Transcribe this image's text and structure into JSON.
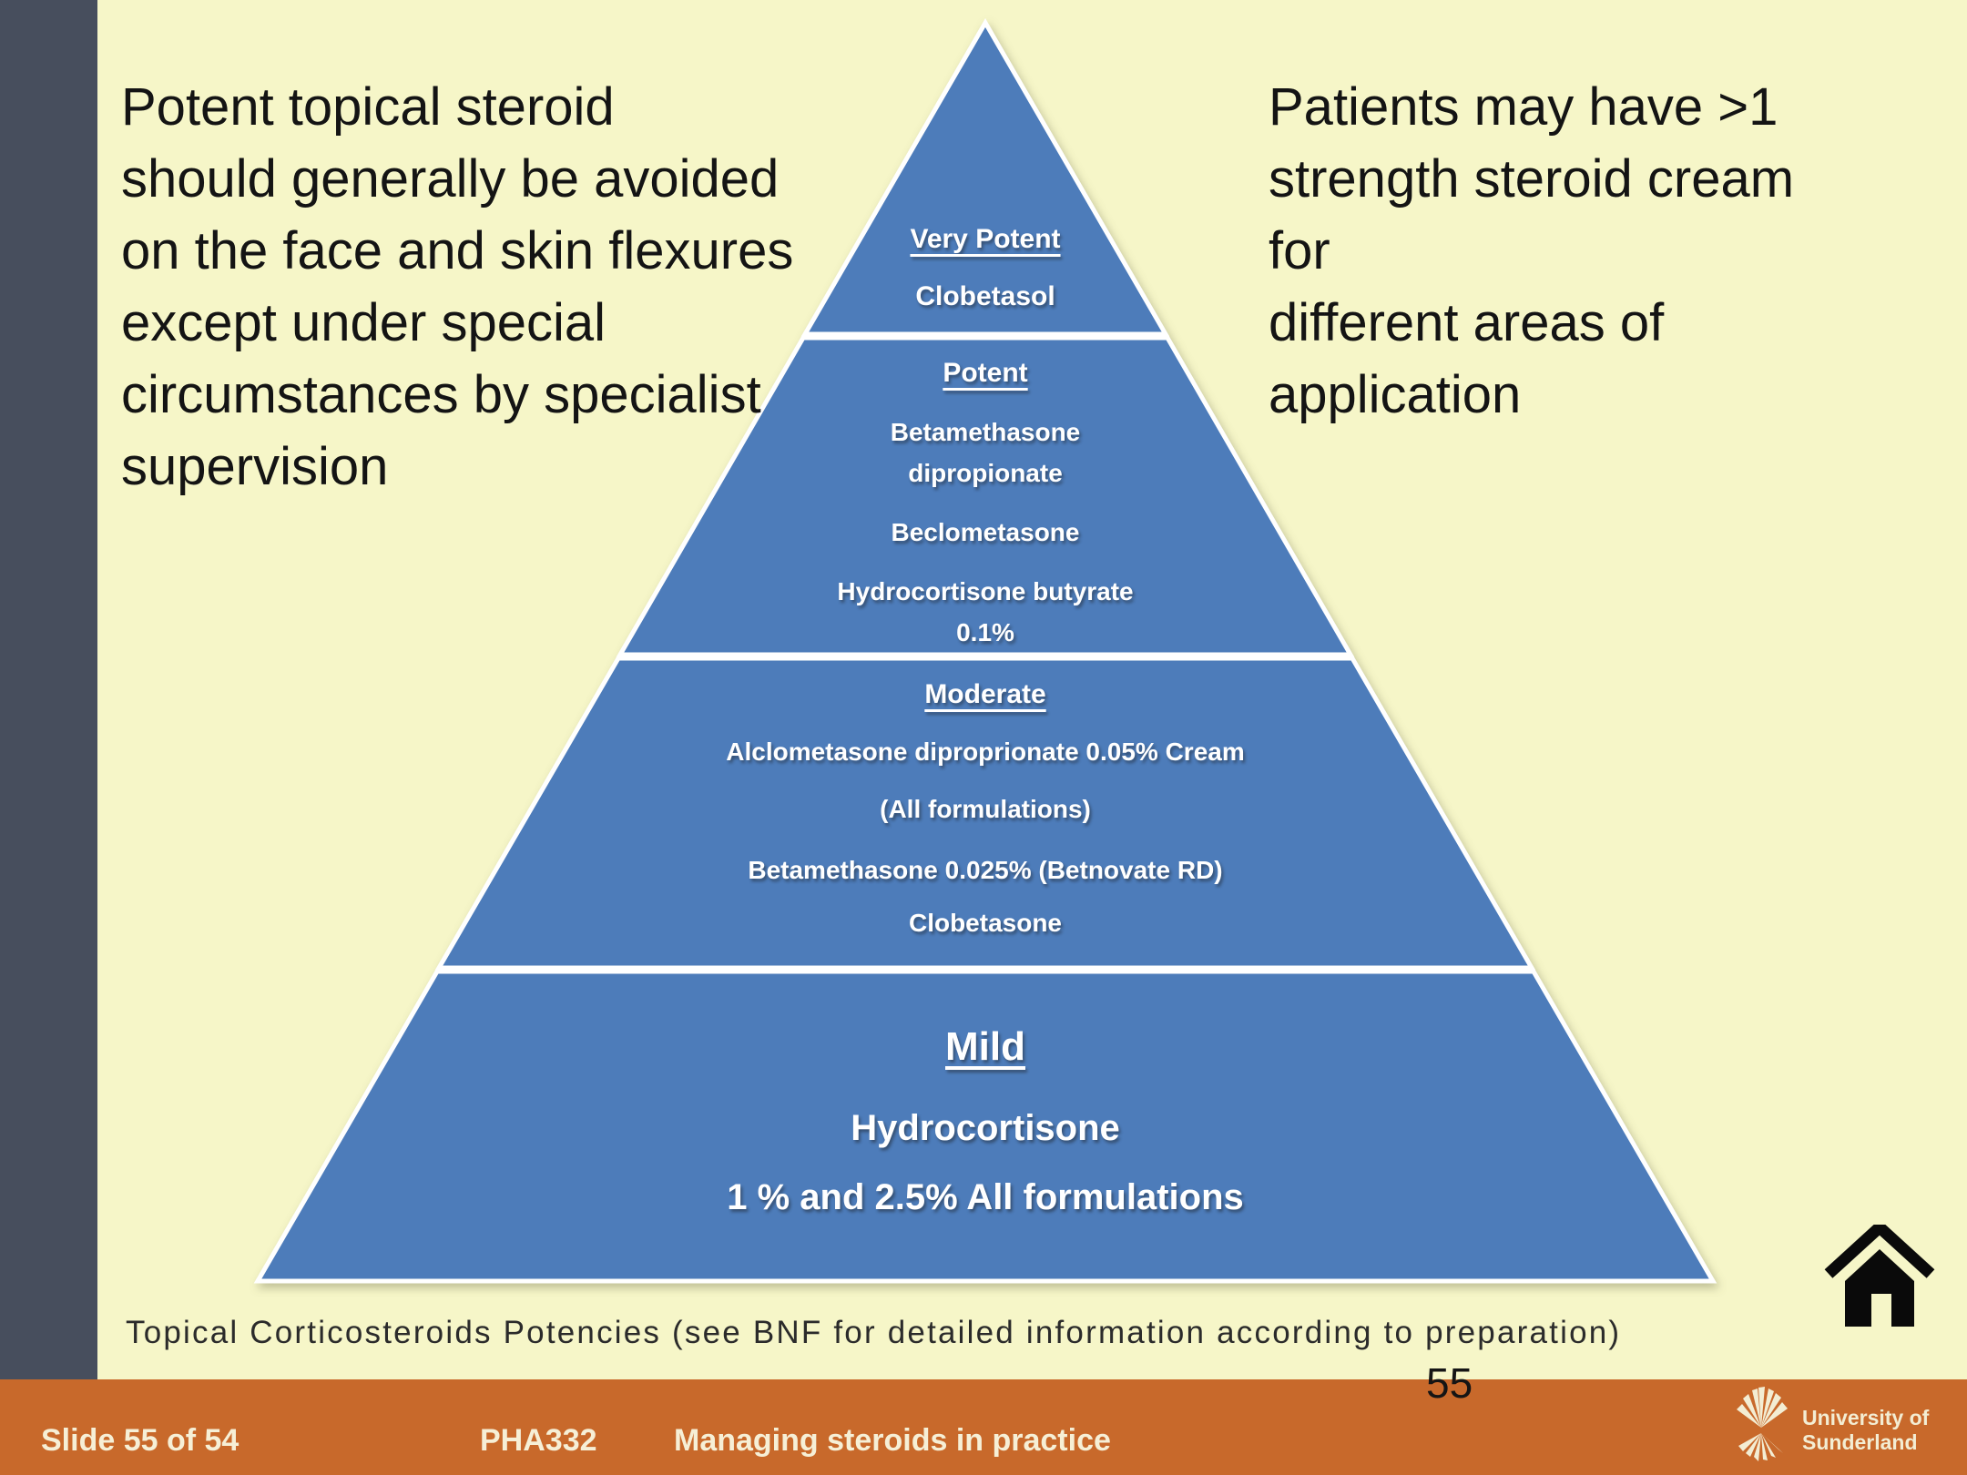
{
  "slide": {
    "left_note": "Potent topical steroid\nshould generally be avoided\non the face and skin flexures\nexcept under special\ncircumstances by specialist\nsupervision",
    "right_note": "Patients may have >1\nstrength steroid cream for\ndifferent areas of\napplication",
    "caption": "Topical Corticosteroids Potencies (see BNF for detailed information according to preparation)",
    "page_number": "55"
  },
  "pyramid": {
    "type": "pyramid-diagram",
    "fill_color": "#4d7cba",
    "outline_color": "#ffffff",
    "tiers": [
      {
        "label": "Very Potent",
        "items": [
          "Clobetasol"
        ]
      },
      {
        "label": "Potent",
        "items": [
          "Betamethasone\ndipropionate",
          "Beclometasone",
          "Hydrocortisone butyrate\n0.1%"
        ]
      },
      {
        "label": "Moderate",
        "items": [
          "Alclometasone diproprionate 0.05% Cream",
          "(All formulations)",
          "Betamethasone 0.025% (Betnovate RD)",
          "Clobetasone"
        ]
      },
      {
        "label": "Mild",
        "items": [
          "Hydrocortisone",
          "1 % and 2.5% All formulations"
        ]
      }
    ]
  },
  "footer": {
    "slide_counter": "Slide 55 of 54",
    "course_code": "PHA332",
    "course_title": "Managing steroids in practice",
    "logo_line1": "University of",
    "logo_line2": "Sunderland"
  },
  "colors": {
    "slide_background": "#f6f6c8",
    "sidebar": "#474e5d",
    "footer_bar": "#c8692b",
    "footer_text": "#f6efd6",
    "pyramid_blue": "#4d7cba"
  }
}
